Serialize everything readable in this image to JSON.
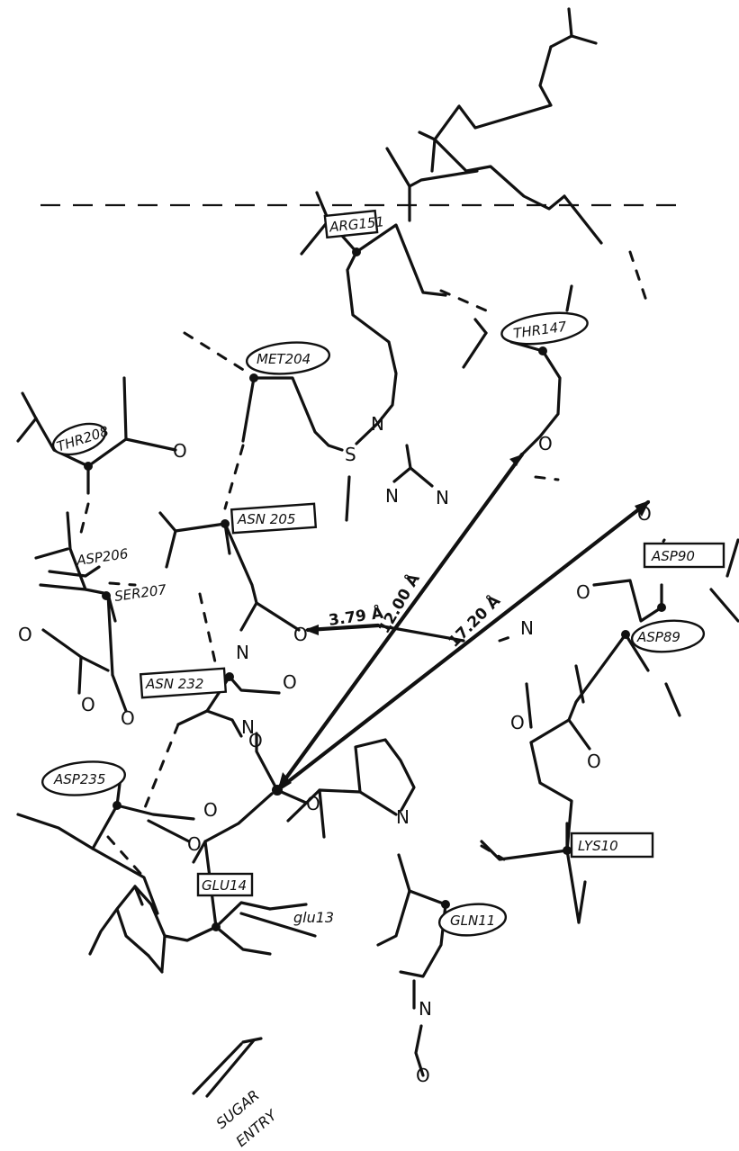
{
  "residues": {
    "arg151": "ARG151",
    "thr147": "THR147",
    "met204": "MET204",
    "thr208": "THR208",
    "asn205": "ASN 205",
    "asp206": "ASP206",
    "ser207": "SER207",
    "asn232": "ASN 232",
    "asp235": "ASP235",
    "glu14": "GLU14",
    "glu13": "glu13",
    "gln11": "GLN11",
    "lys10": "LYS10",
    "asp90": "ASP90",
    "asp89": "ASP89"
  },
  "atoms": {
    "s": "S",
    "n": "N",
    "o": "O"
  },
  "distances": {
    "d1": "3.79 Å",
    "d2": "12.00 Å",
    "d3": "17.20 Å"
  },
  "annotation": {
    "line1": "SUGAR",
    "line2": "ENTRY"
  }
}
